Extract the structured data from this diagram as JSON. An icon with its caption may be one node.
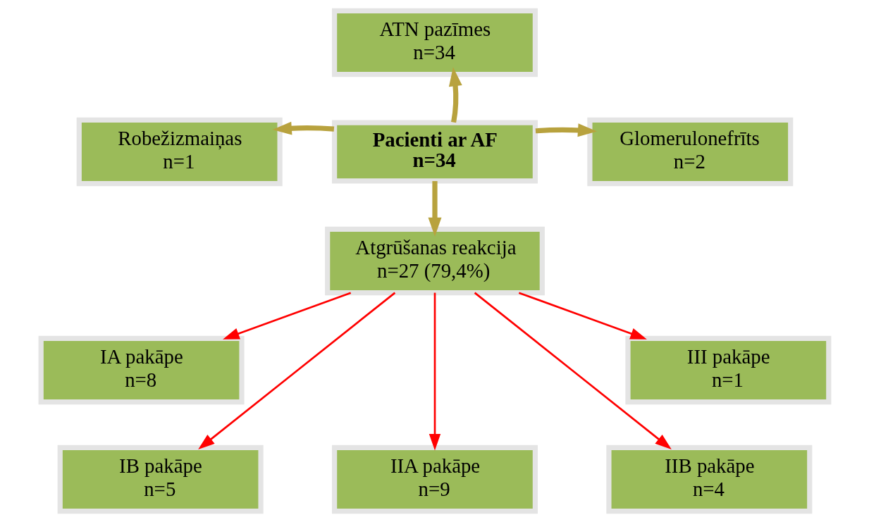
{
  "diagram": {
    "nodes": [
      {
        "text": [
          "Pacienti ar AF",
          "n=34"
        ]
      },
      {
        "text": [
          "ATN pazīmes",
          "n=34"
        ]
      },
      {
        "text": [
          "Robežizmaiņas",
          "n=1"
        ]
      },
      {
        "text": [
          "Glomerulonefrīts",
          "n=2"
        ]
      },
      {
        "text": [
          "Atgrūšanas reakcija",
          "n=27 (79,4%)"
        ]
      },
      {
        "text": [
          "IA pakāpe",
          "n=8"
        ]
      },
      {
        "text": [
          "IB pakāpe",
          "n=5"
        ]
      },
      {
        "text": [
          "IIA pakāpe",
          "n=9"
        ]
      },
      {
        "text": [
          "IIB pakāpe",
          "n=4"
        ]
      },
      {
        "text": [
          "III pakāpe",
          "n=1"
        ]
      }
    ],
    "edges": [
      {
        "from": 0,
        "to": 1,
        "arrow": "to",
        "style": "thick",
        "color": "#b8a23e"
      },
      {
        "from": 0,
        "to": 2,
        "arrow": "to",
        "style": "thick",
        "color": "#b8a23e"
      },
      {
        "from": 0,
        "to": 3,
        "arrow": "to",
        "style": "thick",
        "color": "#b8a23e"
      },
      {
        "from": 0,
        "to": 4,
        "arrow": "to",
        "style": "thick",
        "color": "#b8a23e"
      },
      {
        "from": 4,
        "to": 5,
        "arrow": "to",
        "color": "#ff0000"
      },
      {
        "from": 4,
        "to": 6,
        "arrow": "to",
        "color": "#ff0000"
      },
      {
        "from": 4,
        "to": 7,
        "arrow": "to",
        "color": "#ff0000"
      },
      {
        "from": 4,
        "to": 8,
        "arrow": "to",
        "color": "#ff0000"
      },
      {
        "from": 4,
        "to": 9,
        "arrow": "to",
        "color": "#ff0000"
      }
    ]
  }
}
